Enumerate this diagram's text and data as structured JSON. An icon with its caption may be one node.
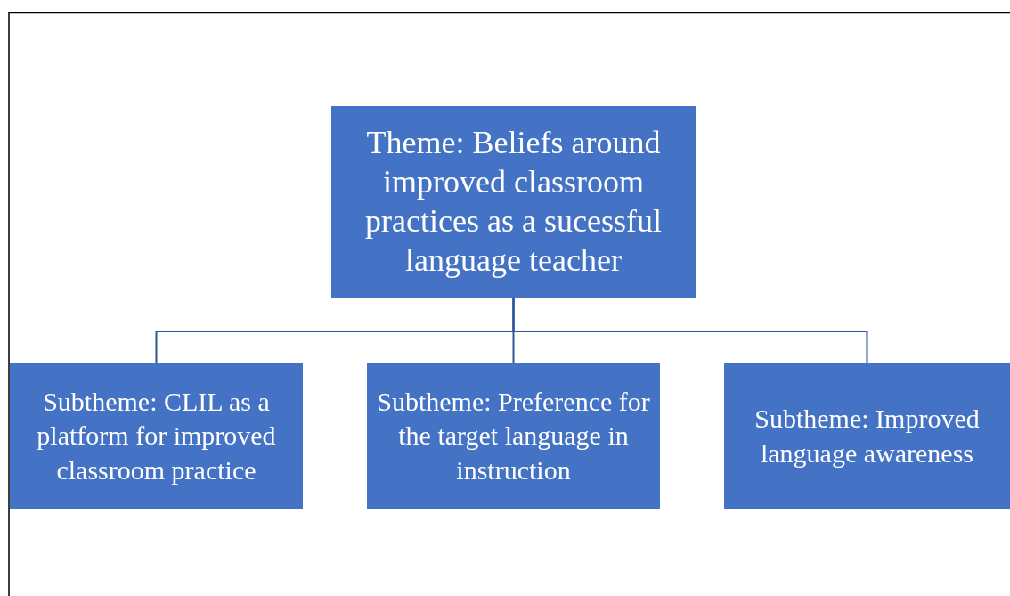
{
  "diagram": {
    "nodes": [
      {
        "text": [
          "Theme: Beliefs around improved classroom practices as a sucessful language teacher"
        ]
      },
      {
        "text": [
          "Subtheme: CLIL as a platform for improved classroom practice"
        ]
      },
      {
        "text": [
          "Subtheme: Preference for the target language in instruction"
        ]
      },
      {
        "text": [
          "Subtheme: Improved language awareness"
        ]
      }
    ],
    "edges": [
      {
        "from": 0,
        "to": 1,
        "arrow": "none"
      },
      {
        "from": 0,
        "to": 2,
        "arrow": "none"
      },
      {
        "from": 0,
        "to": 3,
        "arrow": "none"
      }
    ]
  }
}
